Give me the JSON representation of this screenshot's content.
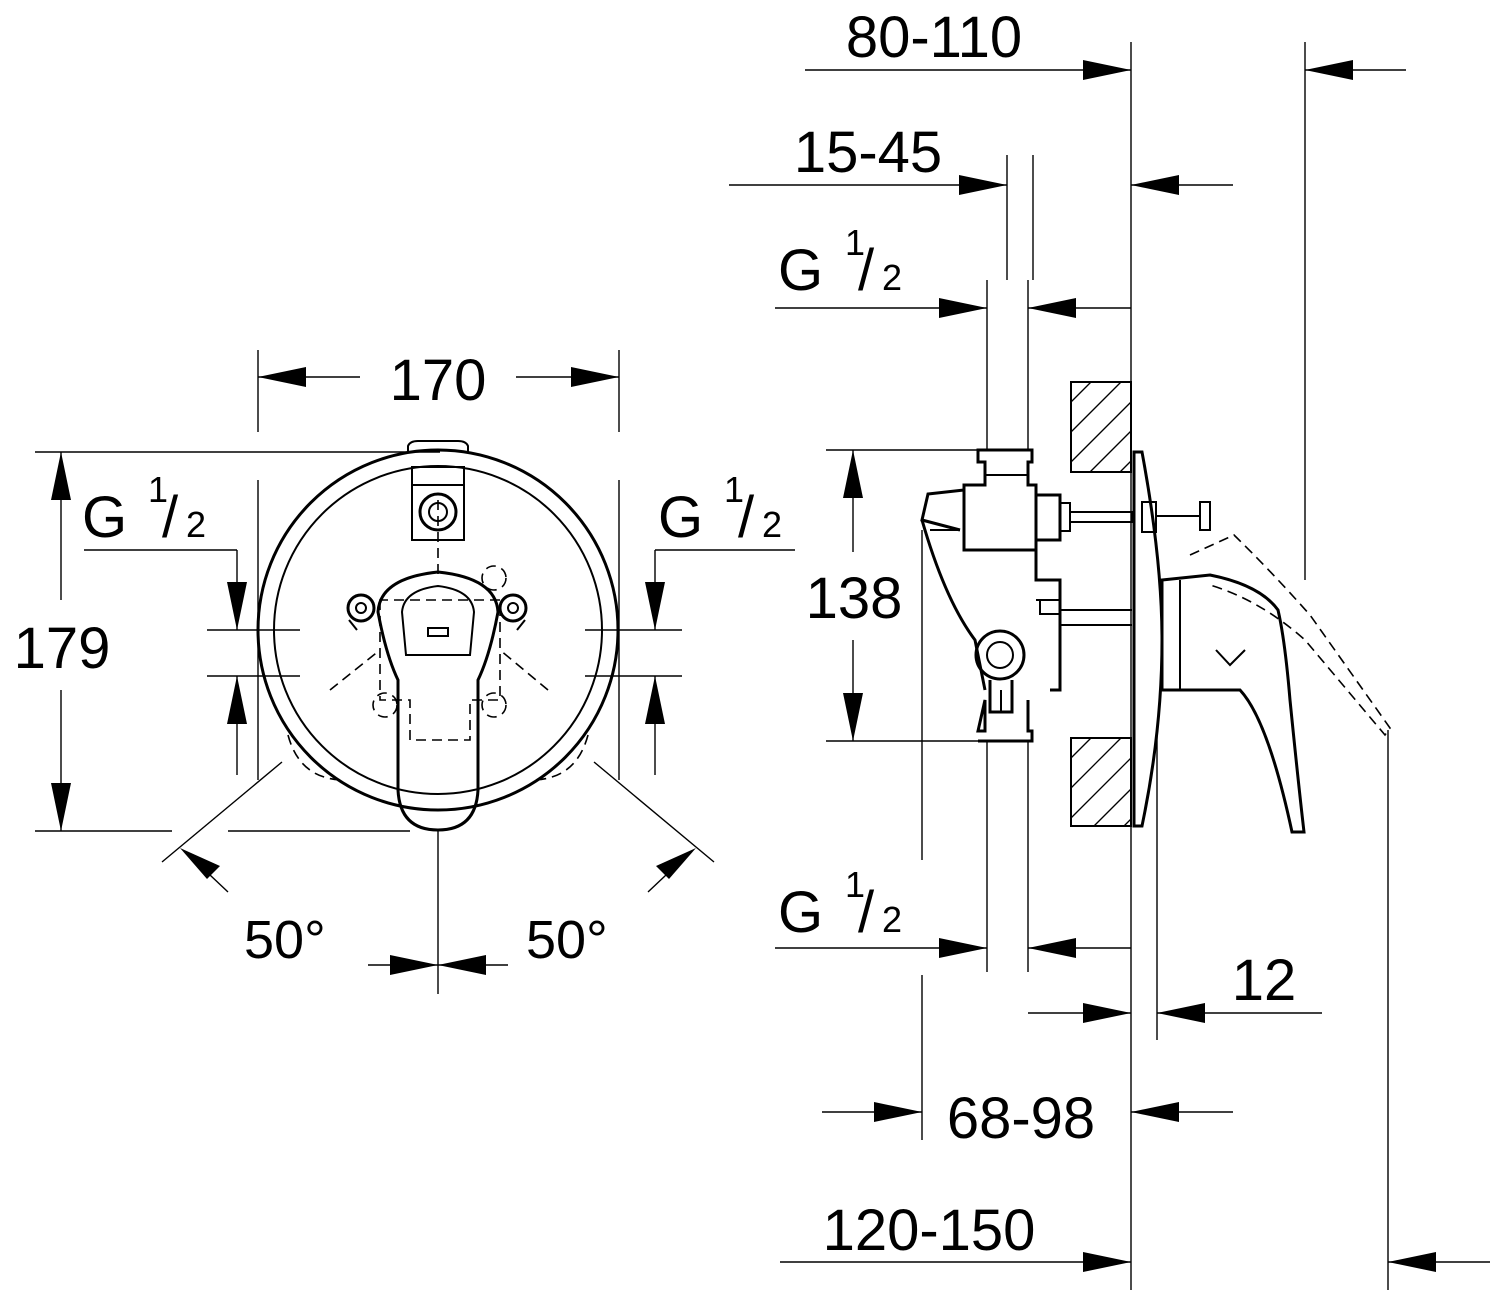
{
  "front_view": {
    "width": "170",
    "height": "179",
    "inlet_left": {
      "letter": "G",
      "num": "1",
      "den": "2"
    },
    "inlet_right": {
      "letter": "G",
      "num": "1",
      "den": "2"
    },
    "angle_left": "50°",
    "angle_right": "50°"
  },
  "side_view": {
    "dim_top": "80-110",
    "dim_second": "15-45",
    "inlet_top": {
      "letter": "G",
      "num": "1",
      "den": "2"
    },
    "body_height": "138",
    "inlet_bottom": {
      "letter": "G",
      "num": "1",
      "den": "2"
    },
    "plate": "12",
    "depth_range": "68-98",
    "total_range": "120-150"
  }
}
